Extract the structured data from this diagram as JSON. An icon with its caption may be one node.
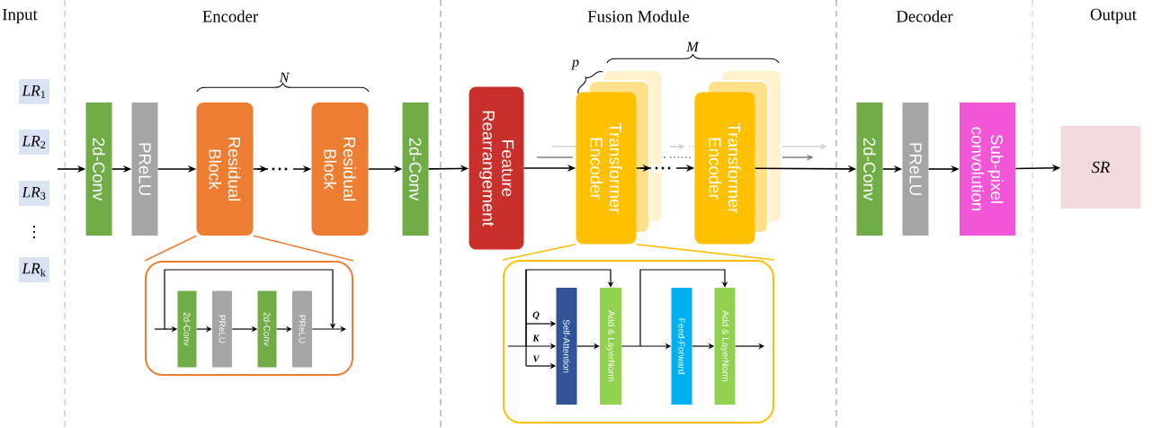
{
  "diagram": {
    "nodes": [
      {
        "text": [
          "*LR*$_{1}$"
        ]
      },
      {
        "text": [
          "*LR*$_{2}$"
        ]
      },
      {
        "text": [
          "*LR*$_{3}$"
        ]
      },
      {
        "text": [
          "*LR*$_{k}$"
        ]
      },
      {
        "text": [
          "2d-Conv"
        ]
      },
      {
        "text": [
          "PReLU"
        ]
      },
      {
        "text": [
          "Residual Block"
        ]
      },
      {
        "text": [
          "Residual Block"
        ]
      },
      {
        "text": [
          "2d-Conv"
        ]
      },
      {
        "text": [
          "Feature Rearrangement"
        ]
      },
      {
        "text": [
          "Transformer Encoder"
        ]
      },
      {
        "text": [
          "Transformer Encoder"
        ]
      },
      {
        "text": [
          "2d-Conv"
        ]
      },
      {
        "text": [
          "PReLU"
        ]
      },
      {
        "text": [
          "Sub-pixel convolution"
        ]
      },
      {
        "text": [
          "SR"
        ]
      },
      {
        "text": [],
        "shape": "box"
      },
      {
        "text": [
          "2d-Conv"
        ],
        "in": 16
      },
      {
        "text": [
          "PReLU"
        ],
        "in": 16
      },
      {
        "text": [
          "2d-Conv"
        ],
        "in": 16
      },
      {
        "text": [
          "PReLU"
        ],
        "in": 16
      },
      {
        "text": [],
        "shape": "box"
      },
      {
        "text": [
          "Self-Attention"
        ],
        "in": 21
      },
      {
        "text": [
          "Add & LayerNorm"
        ],
        "in": 21
      },
      {
        "text": [
          "Feed-Forward"
        ],
        "in": 21
      },
      {
        "text": [
          "Add & LayerNorm"
        ],
        "in": 21
      }
    ],
    "edges": [
      {
        "from": null,
        "to": 4,
        "arrow": "to"
      },
      {
        "from": 4,
        "to": 5,
        "arrow": "to"
      },
      {
        "from": 5,
        "to": 6,
        "arrow": "to"
      },
      {
        "from": 6,
        "to": 7,
        "arrow": "to"
      },
      {
        "from": 7,
        "to": 8,
        "arrow": "to"
      },
      {
        "from": 8,
        "to": 9,
        "arrow": "to"
      },
      {
        "from": 9,
        "to": 10,
        "arrow": "to"
      },
      {
        "from": 10,
        "to": 11,
        "arrow": "to"
      },
      {
        "from": 11,
        "to": 12,
        "arrow": "to"
      },
      {
        "from": 12,
        "to": 13,
        "arrow": "to"
      },
      {
        "from": 13,
        "to": 14,
        "arrow": "to"
      },
      {
        "from": 14,
        "to": 15,
        "arrow": "to"
      },
      {
        "from": 6,
        "to": 16,
        "arrow": "none",
        "color": "#ed7d31"
      },
      {
        "from": 6,
        "to": 16,
        "arrow": "none",
        "color": "#ed7d31"
      },
      {
        "from": 10,
        "to": 21,
        "arrow": "none",
        "color": "#ffc000"
      },
      {
        "from": 10,
        "to": 21,
        "arrow": "none",
        "color": "#ffc000"
      },
      {
        "from": null,
        "to": 17,
        "arrow": "to"
      },
      {
        "from": 17,
        "to": 18,
        "arrow": "to"
      },
      {
        "from": 18,
        "to": 19,
        "arrow": "to"
      },
      {
        "from": 19,
        "to": 20,
        "arrow": "to"
      },
      {
        "from": 20,
        "to": null,
        "arrow": "to"
      },
      {
        "from": null,
        "to": 22,
        "arrow": "to",
        "label": "Q"
      },
      {
        "from": null,
        "to": 22,
        "arrow": "to",
        "label": "K"
      },
      {
        "from": null,
        "to": 22,
        "arrow": "to",
        "label": "V"
      },
      {
        "from": null,
        "to": 23,
        "arrow": "to"
      },
      {
        "from": 22,
        "to": 23,
        "arrow": "to"
      },
      {
        "from": 23,
        "to": 24,
        "arrow": "to"
      },
      {
        "from": 24,
        "to": 25,
        "arrow": "to"
      },
      {
        "from": null,
        "to": 25,
        "arrow": "to"
      },
      {
        "from": 25,
        "to": null,
        "arrow": "to"
      }
    ],
    "labels": [
      "Input",
      "Encoder",
      "Fusion Module",
      "Decoder",
      "Output",
      "N",
      "p",
      "M",
      "⋮"
    ]
  }
}
